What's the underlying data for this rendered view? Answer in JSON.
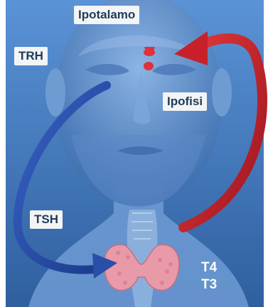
{
  "diagram": {
    "labels": {
      "hypothalamus": "Ipotalamo",
      "pituitary": "Ipofisi",
      "trh": "TRH",
      "tsh": "TSH",
      "t4": "T4",
      "t3": "T3"
    },
    "colors": {
      "background": "#3f78c0",
      "red_arrow": "#c8202a",
      "blue_arrow": "#2a4fa8",
      "thyroid": "#e89aa8",
      "label_bg": "#f2f4f6",
      "label_text": "#1f3b57"
    }
  }
}
